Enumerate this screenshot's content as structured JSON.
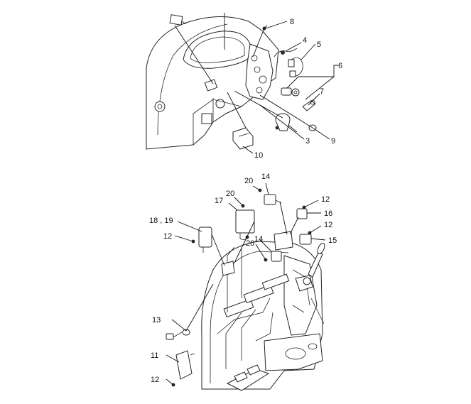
{
  "top_assembly": {
    "callouts": [
      {
        "id": "c8",
        "label": "8"
      },
      {
        "id": "c4",
        "label": "4"
      },
      {
        "id": "c5",
        "label": "5"
      },
      {
        "id": "c6",
        "label": "6"
      },
      {
        "id": "c7",
        "label": "7"
      },
      {
        "id": "c3",
        "label": "3"
      },
      {
        "id": "c9",
        "label": "9"
      },
      {
        "id": "c10",
        "label": "10"
      }
    ]
  },
  "bottom_assembly": {
    "callouts": [
      {
        "id": "b20a",
        "label": "20"
      },
      {
        "id": "b14a",
        "label": "14"
      },
      {
        "id": "b20b",
        "label": "20"
      },
      {
        "id": "b17",
        "label": "17"
      },
      {
        "id": "b12a",
        "label": "12"
      },
      {
        "id": "b16",
        "label": "16"
      },
      {
        "id": "b1819",
        "label": "18 , 19"
      },
      {
        "id": "b12b",
        "label": "12"
      },
      {
        "id": "b12c",
        "label": "12"
      },
      {
        "id": "b14b",
        "label": "14"
      },
      {
        "id": "b15",
        "label": "15"
      },
      {
        "id": "b20c",
        "label": "20"
      },
      {
        "id": "b13",
        "label": "13"
      },
      {
        "id": "b11",
        "label": "11"
      },
      {
        "id": "b12d",
        "label": "12"
      }
    ]
  }
}
